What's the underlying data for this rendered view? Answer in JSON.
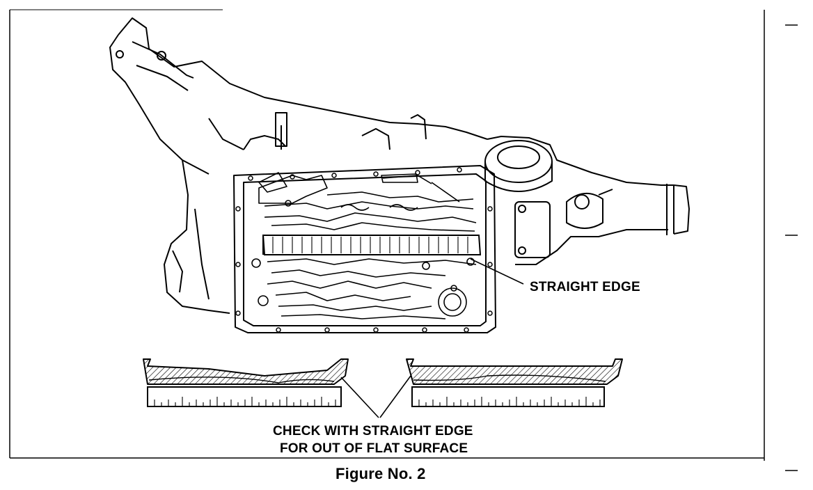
{
  "figure": {
    "callout_label": "STRAIGHT EDGE",
    "check_line_1": "CHECK WITH STRAIGHT EDGE",
    "check_line_2": "FOR OUT OF FLAT SURFACE",
    "caption": "Figure No. 2"
  },
  "colors": {
    "ink": "#000000",
    "paper": "#ffffff"
  }
}
